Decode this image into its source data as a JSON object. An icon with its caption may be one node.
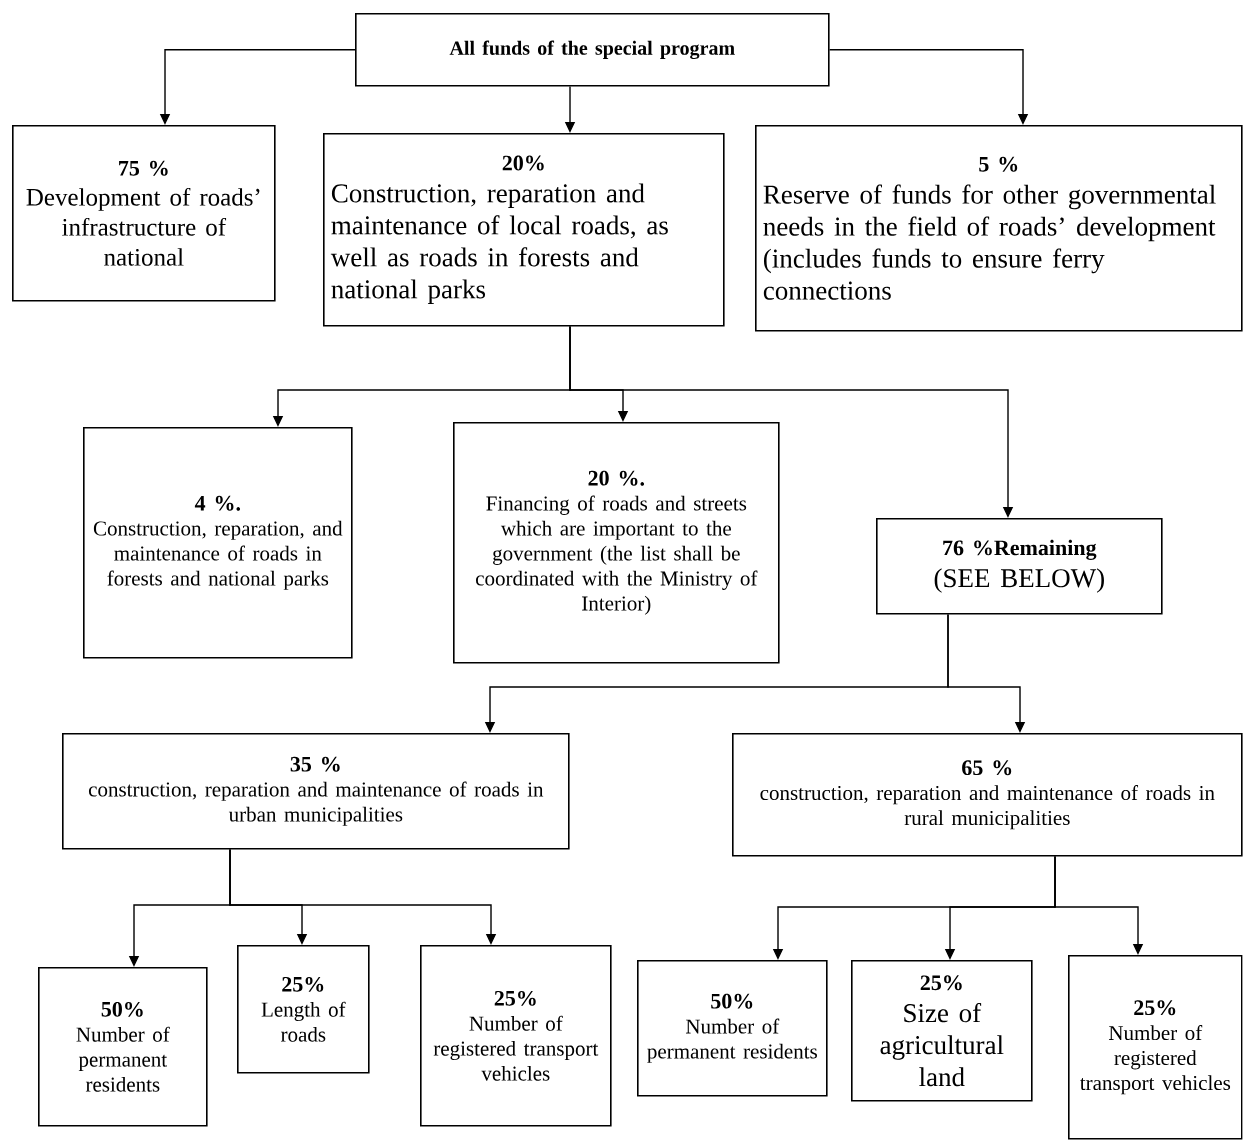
{
  "diagram": {
    "nodes": [
      {
        "text": [
          "All funds of the special program"
        ]
      },
      {
        "text": [
          "75 %",
          "Development of roads’ infrastructure of national"
        ]
      },
      {
        "text": [
          "20%",
          "Construction, reparation and maintenance of local roads, as well as roads in forests and national parks"
        ]
      },
      {
        "text": [
          "5 %",
          "Reserve of funds for other governmental needs in the field of roads’ development (includes funds to ensure ferry connections"
        ]
      },
      {
        "text": [
          "4 %.",
          "Construction, reparation, and maintenance of roads in forests and national parks"
        ]
      },
      {
        "text": [
          "20 %.",
          "Financing of roads and streets which are important to the government (the list shall be coordinated with the Ministry of Interior)"
        ]
      },
      {
        "text": [
          "76 %Remaining",
          "(SEE BELOW)"
        ]
      },
      {
        "text": [
          "35 %",
          "construction, reparation and maintenance of roads in urban municipalities"
        ]
      },
      {
        "text": [
          "65 %",
          "construction, reparation and maintenance of roads in rural municipalities"
        ]
      },
      {
        "text": [
          "50%",
          "Number of permanent residents"
        ]
      },
      {
        "text": [
          "25%",
          "Length of roads"
        ]
      },
      {
        "text": [
          "25%",
          "Number of registered transport vehicles"
        ]
      },
      {
        "text": [
          "50%",
          "Number of permanent residents"
        ]
      },
      {
        "text": [
          "25%",
          "Size of agricultural land"
        ]
      },
      {
        "text": [
          "25%",
          "Number of registered transport vehicles"
        ]
      }
    ],
    "edges": [
      {
        "from": 0,
        "to": 1,
        "arrow": "to"
      },
      {
        "from": 0,
        "to": 2,
        "arrow": "to"
      },
      {
        "from": 0,
        "to": 3,
        "arrow": "to"
      },
      {
        "from": 2,
        "to": 4,
        "arrow": "to"
      },
      {
        "from": 2,
        "to": 5,
        "arrow": "to"
      },
      {
        "from": 2,
        "to": 6,
        "arrow": "to"
      },
      {
        "from": 6,
        "to": 7,
        "arrow": "to"
      },
      {
        "from": 6,
        "to": 8,
        "arrow": "to"
      },
      {
        "from": 7,
        "to": 9,
        "arrow": "to"
      },
      {
        "from": 7,
        "to": 10,
        "arrow": "to"
      },
      {
        "from": 7,
        "to": 11,
        "arrow": "to"
      },
      {
        "from": 8,
        "to": 12,
        "arrow": "to"
      },
      {
        "from": 8,
        "to": 13,
        "arrow": "to"
      },
      {
        "from": 8,
        "to": 14,
        "arrow": "to"
      }
    ]
  }
}
